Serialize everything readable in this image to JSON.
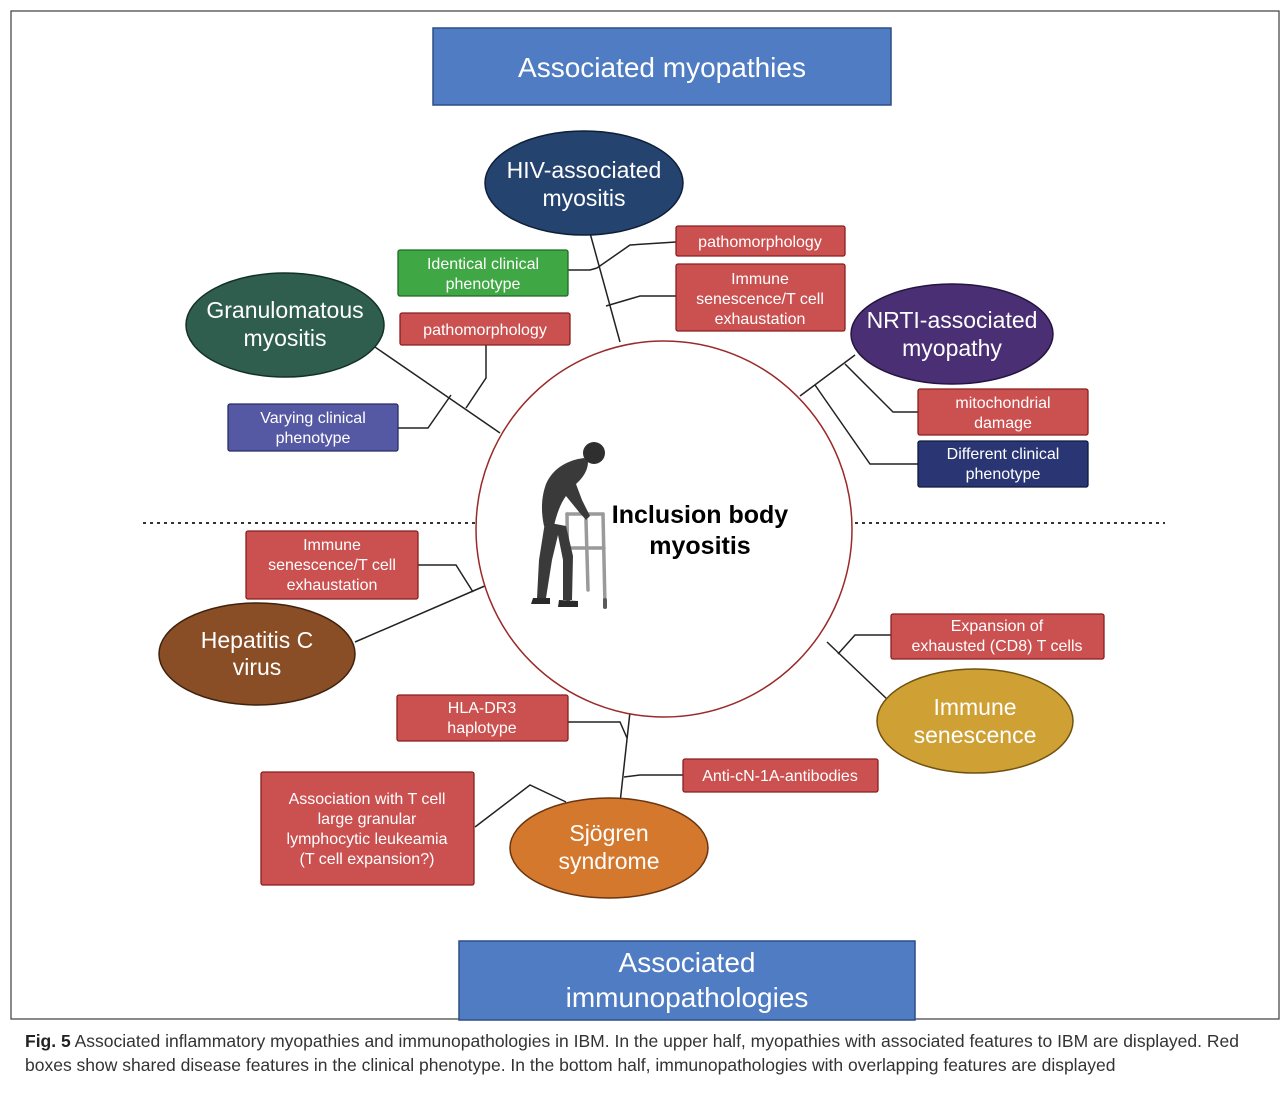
{
  "colors": {
    "header_blue": "#4f7cc2",
    "hiv_navy": "#25436f",
    "granulomatous_green": "#2f5e4f",
    "nrti_purple": "#4b2f75",
    "hepatitis_brown": "#8a4e26",
    "immune_gold": "#cfa034",
    "sjogren_orange": "#d4782e",
    "red_box": "#cb5050",
    "green_box": "#3fa744",
    "lavender_box": "#5559a3",
    "navy_box": "#2a3674"
  },
  "headers": {
    "top": "Associated myopathies",
    "bottom_line1": "Associated",
    "bottom_line2": "immunopathologies"
  },
  "center": {
    "line1": "Inclusion body",
    "line2": "myositis",
    "icon": "elderly-walker-icon"
  },
  "diseases": {
    "hiv": {
      "line1": "HIV-associated",
      "line2": "myositis"
    },
    "granulomatous": {
      "line1": "Granulomatous",
      "line2": "myositis"
    },
    "nrti": {
      "line1": "NRTI-associated",
      "line2": "myopathy"
    },
    "hepatitis": {
      "line1": "Hepatitis C",
      "line2": "virus"
    },
    "immune": {
      "line1": "Immune",
      "line2": "senescence"
    },
    "sjogren": {
      "line1": "Sjögren",
      "line2": "syndrome"
    }
  },
  "features": {
    "hiv_pathomorphology": {
      "lines": [
        "pathomorphology"
      ]
    },
    "hiv_identical_phenotype": {
      "lines": [
        "Identical clinical",
        "phenotype"
      ]
    },
    "hiv_immune_senescence": {
      "lines": [
        "Immune",
        "senescence/T cell",
        "exhaustation"
      ]
    },
    "gran_pathomorphology": {
      "lines": [
        "pathomorphology"
      ]
    },
    "gran_varying_phenotype": {
      "lines": [
        "Varying clinical",
        "phenotype"
      ]
    },
    "nrti_mitochondrial": {
      "lines": [
        "mitochondrial",
        "damage"
      ]
    },
    "nrti_different_phenotype": {
      "lines": [
        "Different clinical",
        "phenotype"
      ]
    },
    "hcv_immune_senescence": {
      "lines": [
        "Immune",
        "senescence/T cell",
        "exhaustation"
      ]
    },
    "immune_expansion": {
      "lines": [
        "Expansion of",
        "exhausted (CD8) T cells"
      ]
    },
    "sjogren_hla": {
      "lines": [
        "HLA-DR3",
        "haplotype"
      ]
    },
    "sjogren_anti_cn1a": {
      "lines": [
        "Anti-cN-1A-antibodies"
      ]
    },
    "sjogren_lgl": {
      "lines": [
        "Association with T cell",
        "large granular",
        "lymphocytic leukeamia",
        "(T cell expansion?)"
      ]
    }
  },
  "caption": {
    "label": "Fig. 5",
    "text": "Associated inflammatory myopathies and immunopathologies in IBM. In the upper half, myopathies with associated features to IBM are displayed. Red boxes show shared disease features in the clinical phenotype. In the bottom half, immunopathologies with overlapping features are displayed"
  }
}
